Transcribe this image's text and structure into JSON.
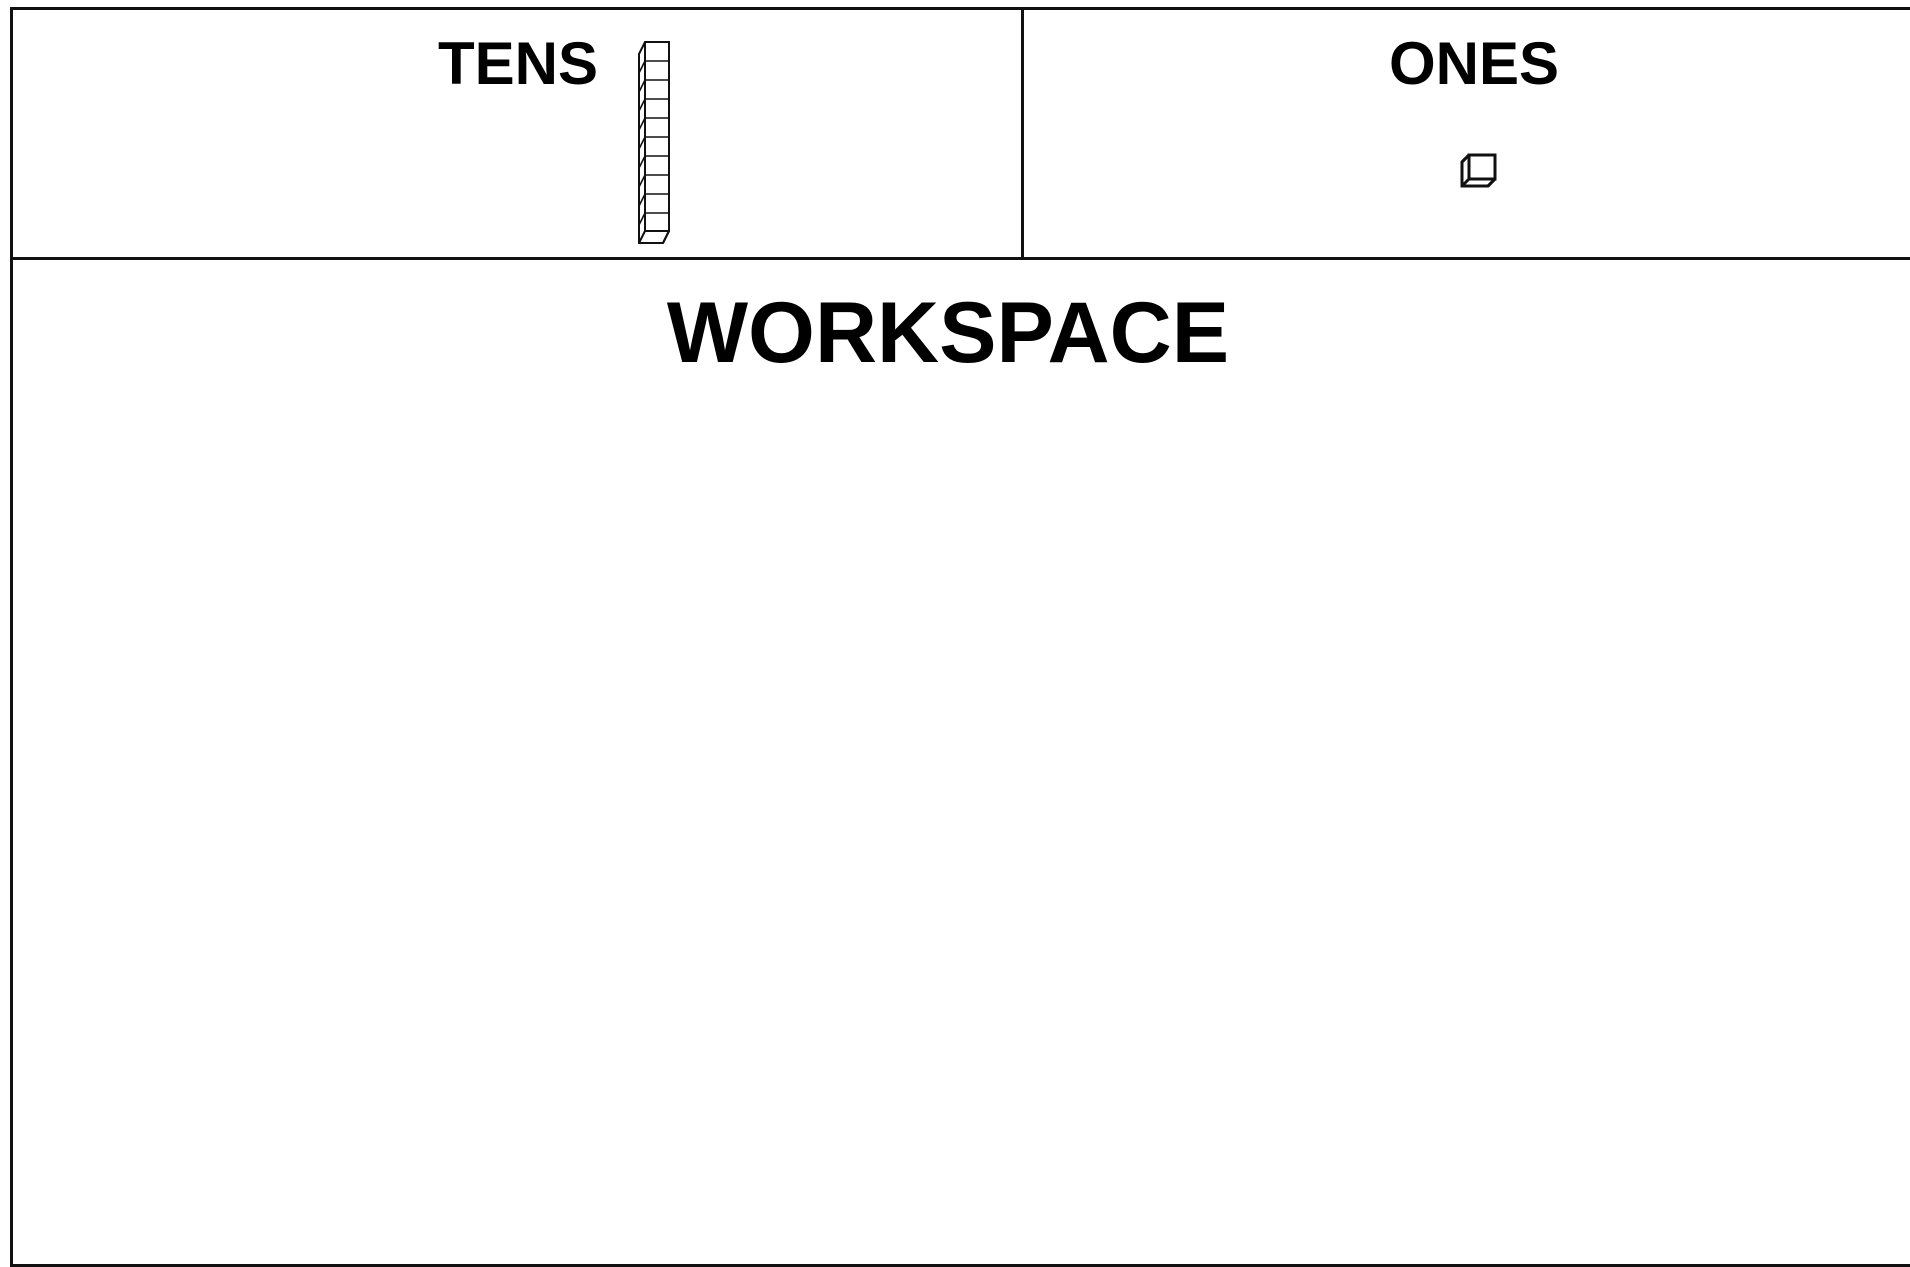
{
  "mat": {
    "tens_label": "TENS",
    "ones_label": "ONES",
    "workspace_label": "WORKSPACE"
  },
  "icons": {
    "tens": "ten-rod-block-icon",
    "ones": "unit-cube-block-icon"
  }
}
